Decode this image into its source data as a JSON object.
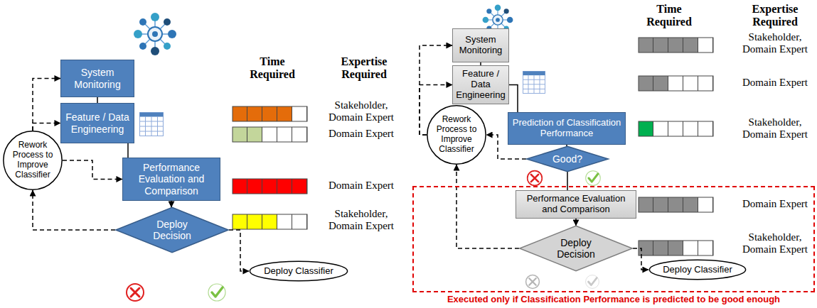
{
  "diagram": {
    "nodes": [
      {
        "text": [
          "System Monitoring"
        ]
      },
      {
        "text": [
          "Feature / Data Engineering"
        ]
      },
      {
        "text": [
          "Rework Process to Improve Classifier"
        ]
      },
      {
        "text": [
          "Performance Evaluation and Comparison"
        ]
      },
      {
        "text": [
          "Deploy Decision"
        ]
      },
      {
        "text": [
          "Deploy Classifier"
        ]
      },
      {
        "text": [
          "System Monitoring"
        ]
      },
      {
        "text": [
          "Feature / Data Engineering"
        ]
      },
      {
        "text": [
          "Rework Process to Improve Classifier"
        ]
      },
      {
        "text": [
          "Prediction of Classification Performance"
        ]
      },
      {
        "text": [
          "Good?"
        ]
      },
      {
        "text": [
          "Executed only if Classification Performance is predicted to be good enough"
        ]
      },
      {
        "text": [
          "Performance Evaluation and Comparison"
        ],
        "in": 11
      },
      {
        "text": [
          "Deploy Decision"
        ],
        "in": 11
      },
      {
        "text": [
          "Deploy Classifier"
        ],
        "in": 11
      }
    ],
    "edges": [
      {
        "from": 0,
        "to": 1,
        "arrow": "none"
      },
      {
        "from": 1,
        "to": 3,
        "arrow": "none"
      },
      {
        "from": 3,
        "to": 4,
        "arrow": "to"
      },
      {
        "from": 4,
        "to": 2,
        "arrow": "to"
      },
      {
        "from": 4,
        "to": 5,
        "arrow": "to"
      },
      {
        "from": 2,
        "to": 0,
        "arrow": "to"
      },
      {
        "from": 2,
        "to": 1,
        "arrow": "to"
      },
      {
        "from": 2,
        "to": 3,
        "arrow": "to"
      },
      {
        "from": 6,
        "to": 7,
        "arrow": "none"
      },
      {
        "from": 7,
        "to": 9,
        "arrow": "none"
      },
      {
        "from": 9,
        "to": 10,
        "arrow": "none"
      },
      {
        "from": 10,
        "to": 8,
        "arrow": "to"
      },
      {
        "from": 10,
        "to": 12,
        "arrow": "none"
      },
      {
        "from": 12,
        "to": 13,
        "arrow": "to"
      },
      {
        "from": 13,
        "to": 8,
        "arrow": "to"
      },
      {
        "from": 13,
        "to": 14,
        "arrow": "to"
      },
      {
        "from": 8,
        "to": 6,
        "arrow": "to"
      },
      {
        "from": 8,
        "to": 7,
        "arrow": "to"
      }
    ],
    "labels": [
      "Time Required",
      "Expertise Required",
      "Stakeholder, Domain Expert",
      "Domain Expert",
      "Domain Expert",
      "Stakeholder, Domain Expert",
      "Time Required",
      "Expertise Required",
      "Stakeholder, Domain Expert",
      "Domain Expert",
      "Stakeholder, Domain Expert",
      "Domain Expert",
      "Stakeholder, Domain Expert"
    ]
  }
}
